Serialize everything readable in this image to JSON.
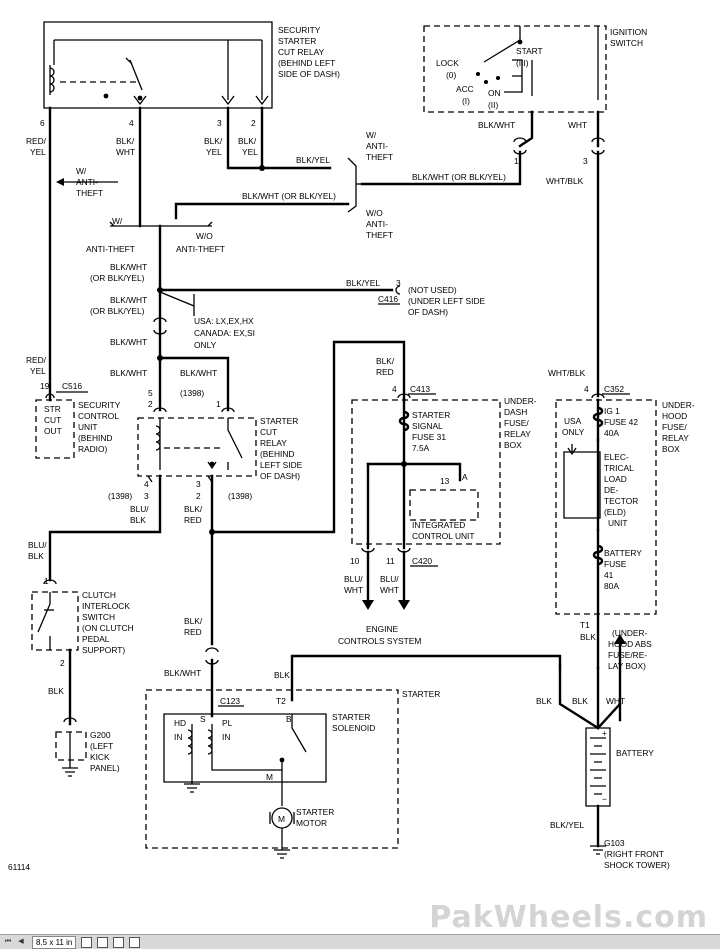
{
  "diagram_id": "61114",
  "components": {
    "security_relay": [
      "SECURITY",
      "STARTER",
      "CUT RELAY",
      "(BEHIND LEFT",
      "SIDE OF DASH)"
    ],
    "ignition_switch": [
      "IGNITION",
      "SWITCH"
    ],
    "ign_positions": {
      "lock": "LOCK",
      "lock_num": "(0)",
      "acc": "ACC",
      "acc_num": "(I)",
      "on": "ON",
      "on_num": "(II)",
      "start": "START",
      "start_num": "(III)"
    },
    "security_unit": [
      "SECURITY",
      "CONTROL",
      "UNIT",
      "(BEHIND",
      "RADIO)"
    ],
    "str_cut_out": [
      "STR",
      "CUT",
      "OUT"
    ],
    "starter_cut_relay": [
      "STARTER",
      "CUT",
      "RELAY",
      "(BEHIND",
      "LEFT SIDE",
      "OF DASH)"
    ],
    "underdash_box": [
      "UNDER-",
      "DASH",
      "FUSE/",
      "RELAY",
      "BOX"
    ],
    "underhood_box": [
      "UNDER-",
      "HOOD",
      "FUSE/",
      "RELAY",
      "BOX"
    ],
    "starter_signal_fuse": [
      "STARTER",
      "SIGNAL",
      "FUSE 31",
      "7.5A"
    ],
    "integrated_control_unit": [
      "INTEGRATED",
      "CONTROL UNIT"
    ],
    "icu_pin": {
      "num": "13",
      "name": "A"
    },
    "engine_controls": [
      "ENGINE",
      "CONTROLS SYSTEM"
    ],
    "ig1_fuse": [
      "IG 1",
      "FUSE 42",
      "40A"
    ],
    "usa_only": [
      "USA",
      "ONLY"
    ],
    "eld": [
      "ELEC-",
      "TRICAL",
      "LOAD",
      "DE-",
      "TECTOR",
      "(ELD)",
      "UNIT"
    ],
    "battery_fuse": [
      "BATTERY",
      "FUSE",
      "41",
      "80A"
    ],
    "clutch_switch": [
      "CLUTCH",
      "INTERLOCK",
      "SWITCH",
      "(ON CLUTCH",
      "PEDAL",
      "SUPPORT)"
    ],
    "g200": [
      "G200",
      "(LEFT",
      "KICK",
      "PANEL)"
    ],
    "starter": "STARTER",
    "starter_solenoid": [
      "STARTER",
      "SOLENOID"
    ],
    "starter_motor": [
      "STARTER",
      "MOTOR"
    ],
    "motor_symbol": "M",
    "battery": "BATTERY",
    "g103": [
      "G103",
      "(RIGHT FRONT",
      "SHOCK TOWER)"
    ],
    "abs_box": [
      "(UNDER-",
      "HOOD ABS",
      "FUSE/RE-",
      "LAY BOX)"
    ],
    "not_used": [
      "(NOT USED)",
      "(UNDER LEFT SIDE",
      "OF DASH)"
    ],
    "usa_canada": [
      "USA: LX,EX,HX",
      "CANADA: EX,SI",
      "ONLY"
    ],
    "w_anti_theft_right": [
      "W/",
      "ANTI-",
      "THEFT"
    ],
    "wo_anti_theft_right": [
      "W/O",
      "ANTI-",
      "THEFT"
    ],
    "w_anti_theft_left": [
      "W/",
      "ANTI-",
      "THEFT"
    ],
    "branch_w": "W/",
    "branch_anti_left": "ANTI-THEFT",
    "branch_wo": "W/O",
    "branch_anti_right": "ANTI-THEFT"
  },
  "connectors": {
    "c516": "C516",
    "c416": "C416",
    "c413": "C413",
    "c352": "C352",
    "c420": "C420",
    "c123": "C123"
  },
  "pins": {
    "rel6": "6",
    "rel4": "4",
    "rel3": "3",
    "rel2": "2",
    "ign1": "1",
    "ign3": "3",
    "sec19": "19",
    "c416_3": "3",
    "scr5": "5",
    "scr2": "2",
    "scr1": "1",
    "scr4": "4",
    "scr3": "3",
    "scr2b": "2",
    "scr1398a": "(1398)",
    "scr1398b": "(1398)",
    "scr1398c": "(1398)",
    "c413_4": "4",
    "c352_4": "4",
    "c420_10": "10",
    "c420_11": "11",
    "clutch1": "1",
    "clutch2": "2",
    "t1": "T1",
    "t2": "T2",
    "sol_s": "S",
    "sol_b": "B",
    "sol_m": "M",
    "hold": "HD",
    "hold_in": "IN",
    "pull": "PL",
    "pull_in": "IN"
  },
  "wires": {
    "red_yel_top": [
      "RED/",
      "YEL"
    ],
    "blk_wht_top": [
      "BLK/",
      "WHT"
    ],
    "blk_yel_top": [
      "BLK/",
      "YEL"
    ],
    "blk_yel_top2": [
      "BLK/",
      "YEL"
    ],
    "blk_yel_mid": "BLK/YEL",
    "blk_wht_ign": "BLK/WHT",
    "wht_ign": "WHT",
    "blk_wht_or": "BLK/WHT (OR BLK/YEL)",
    "blk_wht_or2": "BLK/WHT (OR BLK/YEL)",
    "wht_blk": "WHT/BLK",
    "blk_wht_or_l1": [
      "BLK/WHT",
      "(OR BLK/YEL)"
    ],
    "blk_wht_or_l2": [
      "BLK/WHT",
      "(OR BLK/YEL)"
    ],
    "blk_yel_c416": "BLK/YEL",
    "blk_wht_l3": "BLK/WHT",
    "blk_wht_l4": "BLK/WHT",
    "blk_wht_r5": "BLK/WHT",
    "red_yel_left": [
      "RED/",
      "YEL"
    ],
    "blk_red_413": [
      "BLK/",
      "RED"
    ],
    "wht_blk_352": "WHT/BLK",
    "blu_blk_out": [
      "BLU/",
      "BLK"
    ],
    "blk_red_out": [
      "BLK/",
      "RED"
    ],
    "blu_wht_10": [
      "BLU/",
      "WHT"
    ],
    "blu_wht_11": [
      "BLU/",
      "WHT"
    ],
    "blu_blk_left": [
      "BLU/",
      "BLK"
    ],
    "blk_clutch": "BLK",
    "blk_red_mid": [
      "BLK/",
      "RED"
    ],
    "blk_wht_123": "BLK/WHT",
    "blk_t2": "BLK",
    "blk_t1": "BLK",
    "blk_bat_l": "BLK",
    "blk_bat_m": "BLK",
    "wht_bat": "WHT",
    "blk_yel_gnd": "BLK/YEL"
  },
  "viewer": {
    "page_size": "8.5 x 11 in"
  },
  "watermark": "PakWheels.com"
}
